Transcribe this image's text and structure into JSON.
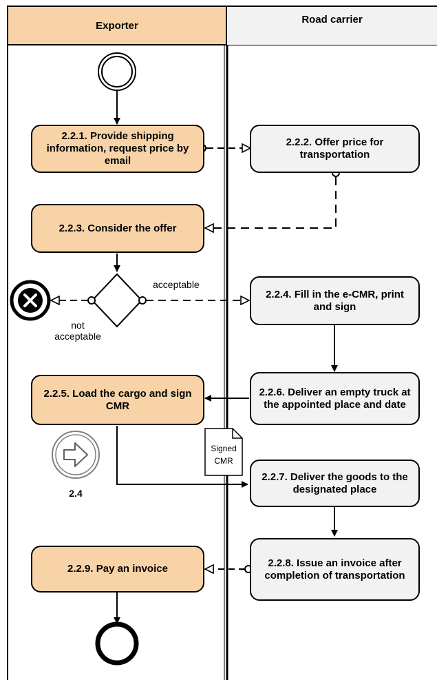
{
  "lanes": {
    "exporter": "Exporter",
    "carrier": "Road carrier"
  },
  "tasks": {
    "t221": "2.2.1. Provide shipping information, request price  by email",
    "t222": "2.2.2. Offer price for transportation",
    "t223": "2.2.3. Consider the offer",
    "t224": "2.2.4. Fill in the e-CMR, print and  sign",
    "t225": "2.2.5. Load the cargo and sign CMR",
    "t226": "2.2.6. Deliver an empty truck at the appointed place and date",
    "t227": "2.2.7. Deliver the goods to the designated place",
    "t228": "2.2.8. Issue an invoice after completion of transportation",
    "t229": "2.2.9. Pay an invoice"
  },
  "gateway": {
    "acceptable": "acceptable",
    "not_acceptable": "not\nacceptable"
  },
  "document": {
    "line1": "Signed",
    "line2": "CMR"
  },
  "link_event": {
    "label": "2.4",
    "icon": "arrow-right-icon"
  },
  "colors": {
    "exporter": "#f8d3a7",
    "carrier": "#f2f2f2"
  }
}
